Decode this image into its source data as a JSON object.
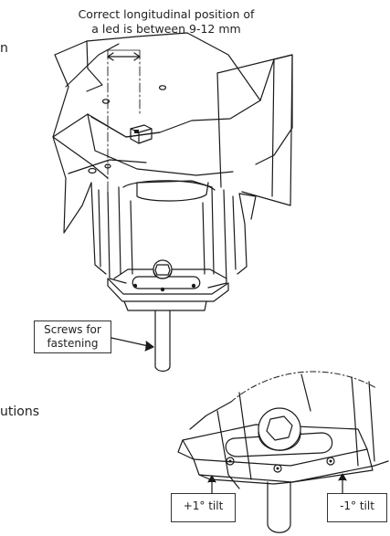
{
  "caption": {
    "line1": "Correct longitudinal position of",
    "line2": "a led is between 9-12 mm"
  },
  "clipped_text": {
    "top_right_fragment": "n",
    "left_fragment": "utions"
  },
  "callouts": {
    "screws": {
      "line1": "Screws for",
      "line2": "fastening"
    },
    "tilt_plus": "+1° tilt",
    "tilt_minus": "-1° tilt"
  }
}
